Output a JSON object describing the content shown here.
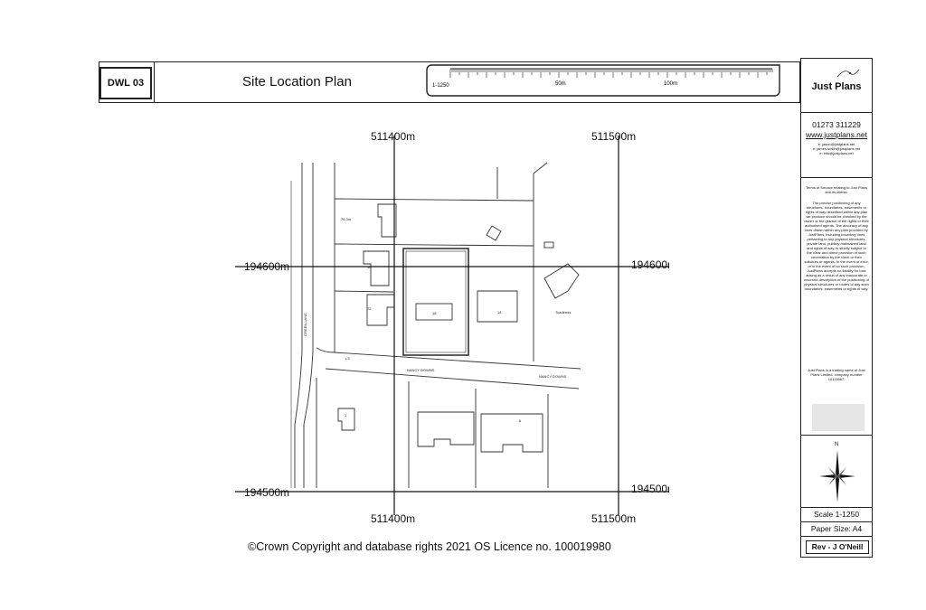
{
  "header": {
    "drawing_no": "DWL 03",
    "title": "Site Location Plan",
    "scale_bar": {
      "scale_label": "1-1250",
      "mark_50": "50m",
      "mark_100": "100m"
    }
  },
  "company": {
    "name": "Just Plans",
    "phone": "01273 311229",
    "website": "www.justplans.net",
    "emails": [
      "e: jason@justplans.net",
      "e: james.smith@justplans.net",
      "e: info@justplans.net"
    ]
  },
  "terms": {
    "heading": "Terms of Service relating to Just Plans and its clients:",
    "body": "The precise positioning of any structures, boundaries, easements or rights of way described within any plan we produce should be checked by the owner or the grantor of the rights or their authorised agents. The accuracy of any lines drawn within any plan provided by JustPlans, including boundary lines pertaining to any physical structures, private land, publicly maintained land and rights of way, is strictly subject to the clear and direct provision of such information by the client or their solicitors or agents. In the event of error, or in the event of no such provision, JustPlans accepts no liability for loss arising as a result of any inaccurate or incorrect description of the positioning of physical structures or routes of any such boundaries, easements or rights of way.",
    "footer": "Just Plans is a trading name of Just Plans Limited, company number 10113667."
  },
  "north": {
    "label": "N"
  },
  "scale_text": "Scale 1-1250",
  "paper_size": "Paper Size: A4",
  "revision": "Rev - J O'Neill",
  "grid": {
    "easting_top_left": "511400m",
    "easting_top_right": "511500m",
    "easting_bottom_left": "511400m",
    "easting_bottom_right": "511500m",
    "northing_upper_left": "194600m",
    "northing_upper_right": "194600m",
    "northing_lower_left": "194500m",
    "northing_lower_right": "194500m"
  },
  "map_labels": {
    "green_lane": "GREEN LANE",
    "nancy_downs_1": "NANCY DOWNS",
    "nancy_downs_2": "NANCY DOWNS",
    "spot_height": "76.3m",
    "ls": "LS",
    "toadends": "Toadends",
    "house_18": "18",
    "house_14": "14",
    "house_16": "16",
    "house_72": "72",
    "house_1": "1",
    "house_6": "6"
  },
  "copyright": "©Crown Copyright and database rights 2021 OS Licence no. 100019980"
}
